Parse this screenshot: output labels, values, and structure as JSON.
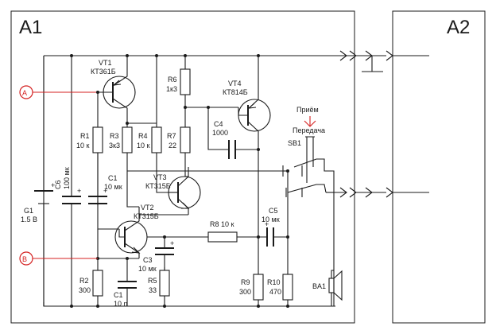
{
  "blocks": {
    "a1": "A1",
    "a2": "A2"
  },
  "terminals": {
    "a": "A",
    "b": "B"
  },
  "labels": {
    "vt1_name": "VT1",
    "vt1_type": "КТ361Б",
    "vt2_name": "VT2",
    "vt2_type": "КТ315Б",
    "vt3_name": "VT3",
    "vt3_type": "КТ315Б",
    "vt4_name": "VT4",
    "vt4_type": "КТ814Б",
    "r1_name": "R1",
    "r1_val": "10 к",
    "r2_name": "R2",
    "r2_val": "300",
    "r3_name": "R3",
    "r3_val": "3к3",
    "r4_name": "R4",
    "r4_val": "10 к",
    "r5_name": "R5",
    "r5_val": "33",
    "r6_name": "R6",
    "r6_val": "1к3",
    "r7_name": "R7",
    "r7_val": "22",
    "r8": "R8 10 к",
    "r9_name": "R9",
    "r9_val": "300",
    "r10_name": "R10",
    "r10_val": "470",
    "c1_name": "C1",
    "c1_val": "10 мк",
    "c1b_name": "C1",
    "c1b_val": "10 n",
    "c3_name": "C3",
    "c3_val": "10 мк",
    "c4_name": "C4",
    "c4_val": "1000",
    "c5_name": "C5",
    "c5_val": "10 мк",
    "c6_name": "C6",
    "c6_val": "100 мк",
    "g1_name": "G1",
    "g1_val": "1.5 В",
    "sb1": "SB1",
    "rx": "Приём",
    "tx": "Передача",
    "ba1": "BA1",
    "plus": "+"
  },
  "colors": {
    "line": "#1a1a1a",
    "accent": "#d42020",
    "background": "#ffffff"
  }
}
